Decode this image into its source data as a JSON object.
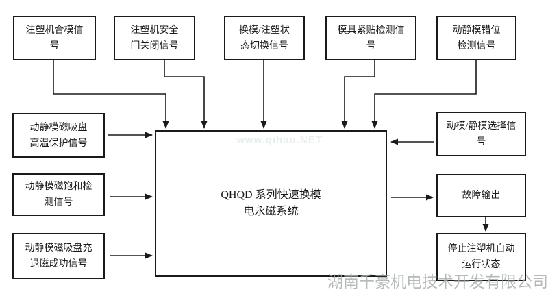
{
  "diagram": {
    "center_box": {
      "label": "QHQD 系列快速换模电永磁系统",
      "lines": [
        "QHQD 系列快速换模",
        "电永磁系统"
      ]
    },
    "top_row": [
      {
        "label": "注塑机合模信号",
        "lines": [
          "注塑机合模信",
          "号"
        ]
      },
      {
        "label": "注塑机安全门关闭信号",
        "lines": [
          "注塑机安全",
          "门关闭信号"
        ]
      },
      {
        "label": "换模/注塑状态切换信号",
        "lines": [
          "换模/注塑状",
          "态切换信号"
        ]
      },
      {
        "label": "模具紧贴检测信号",
        "lines": [
          "模具紧贴检测信",
          "号"
        ]
      },
      {
        "label": "动静模错位检测信号",
        "lines": [
          "动静模错位",
          "检测信号"
        ]
      }
    ],
    "left_column": [
      {
        "label": "动静模磁吸盘高温保护信号",
        "lines": [
          "动静模磁吸盘",
          "高温保护信号"
        ]
      },
      {
        "label": "动静模磁饱和检测信号",
        "lines": [
          "动静模磁饱和检",
          "测信号"
        ]
      },
      {
        "label": "动静模磁吸盘充退磁成功信号",
        "lines": [
          "动静模磁吸盘充",
          "退磁成功信号"
        ]
      }
    ],
    "right_column": [
      {
        "label": "动模/静模选择信号",
        "lines": [
          "动模/静模选择信",
          "号"
        ]
      },
      {
        "label": "故障输出",
        "lines": [
          "故障输出"
        ]
      },
      {
        "label": "停止注塑机自动运行状态",
        "lines": [
          "停止注塑机自动",
          "运行状态"
        ]
      }
    ],
    "watermarks": {
      "center": "www.qihao.NET",
      "bottom": "湖南千豪机电技术开发有限公司"
    },
    "colors": {
      "line": "#1a1a1a",
      "box_border": "#1a1a1a",
      "background": "#ffffff",
      "watermark_bottom": "#a9adad",
      "watermark_center": "#e7efec"
    }
  }
}
